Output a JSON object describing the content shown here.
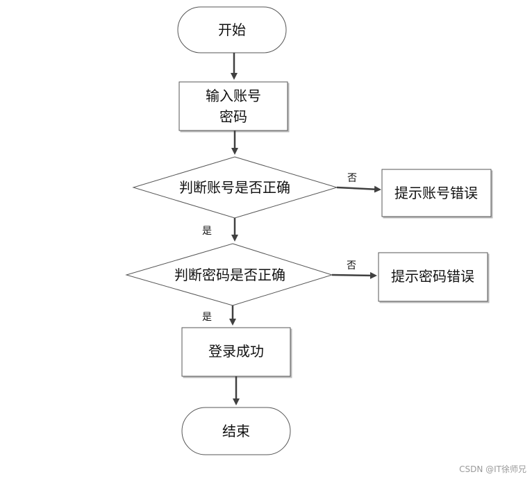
{
  "nodes": {
    "start": "开始",
    "input_line1": "输入账号",
    "input_line2": "密码",
    "check_account": "判断账号是否正确",
    "account_error": "提示账号错误",
    "check_password": "判断密码是否正确",
    "password_error": "提示密码错误",
    "login_success": "登录成功",
    "end": "结束"
  },
  "edges": {
    "account_yes": "是",
    "account_no": "否",
    "password_yes": "是",
    "password_no": "否"
  },
  "watermark": "CSDN @IT徐师兄"
}
